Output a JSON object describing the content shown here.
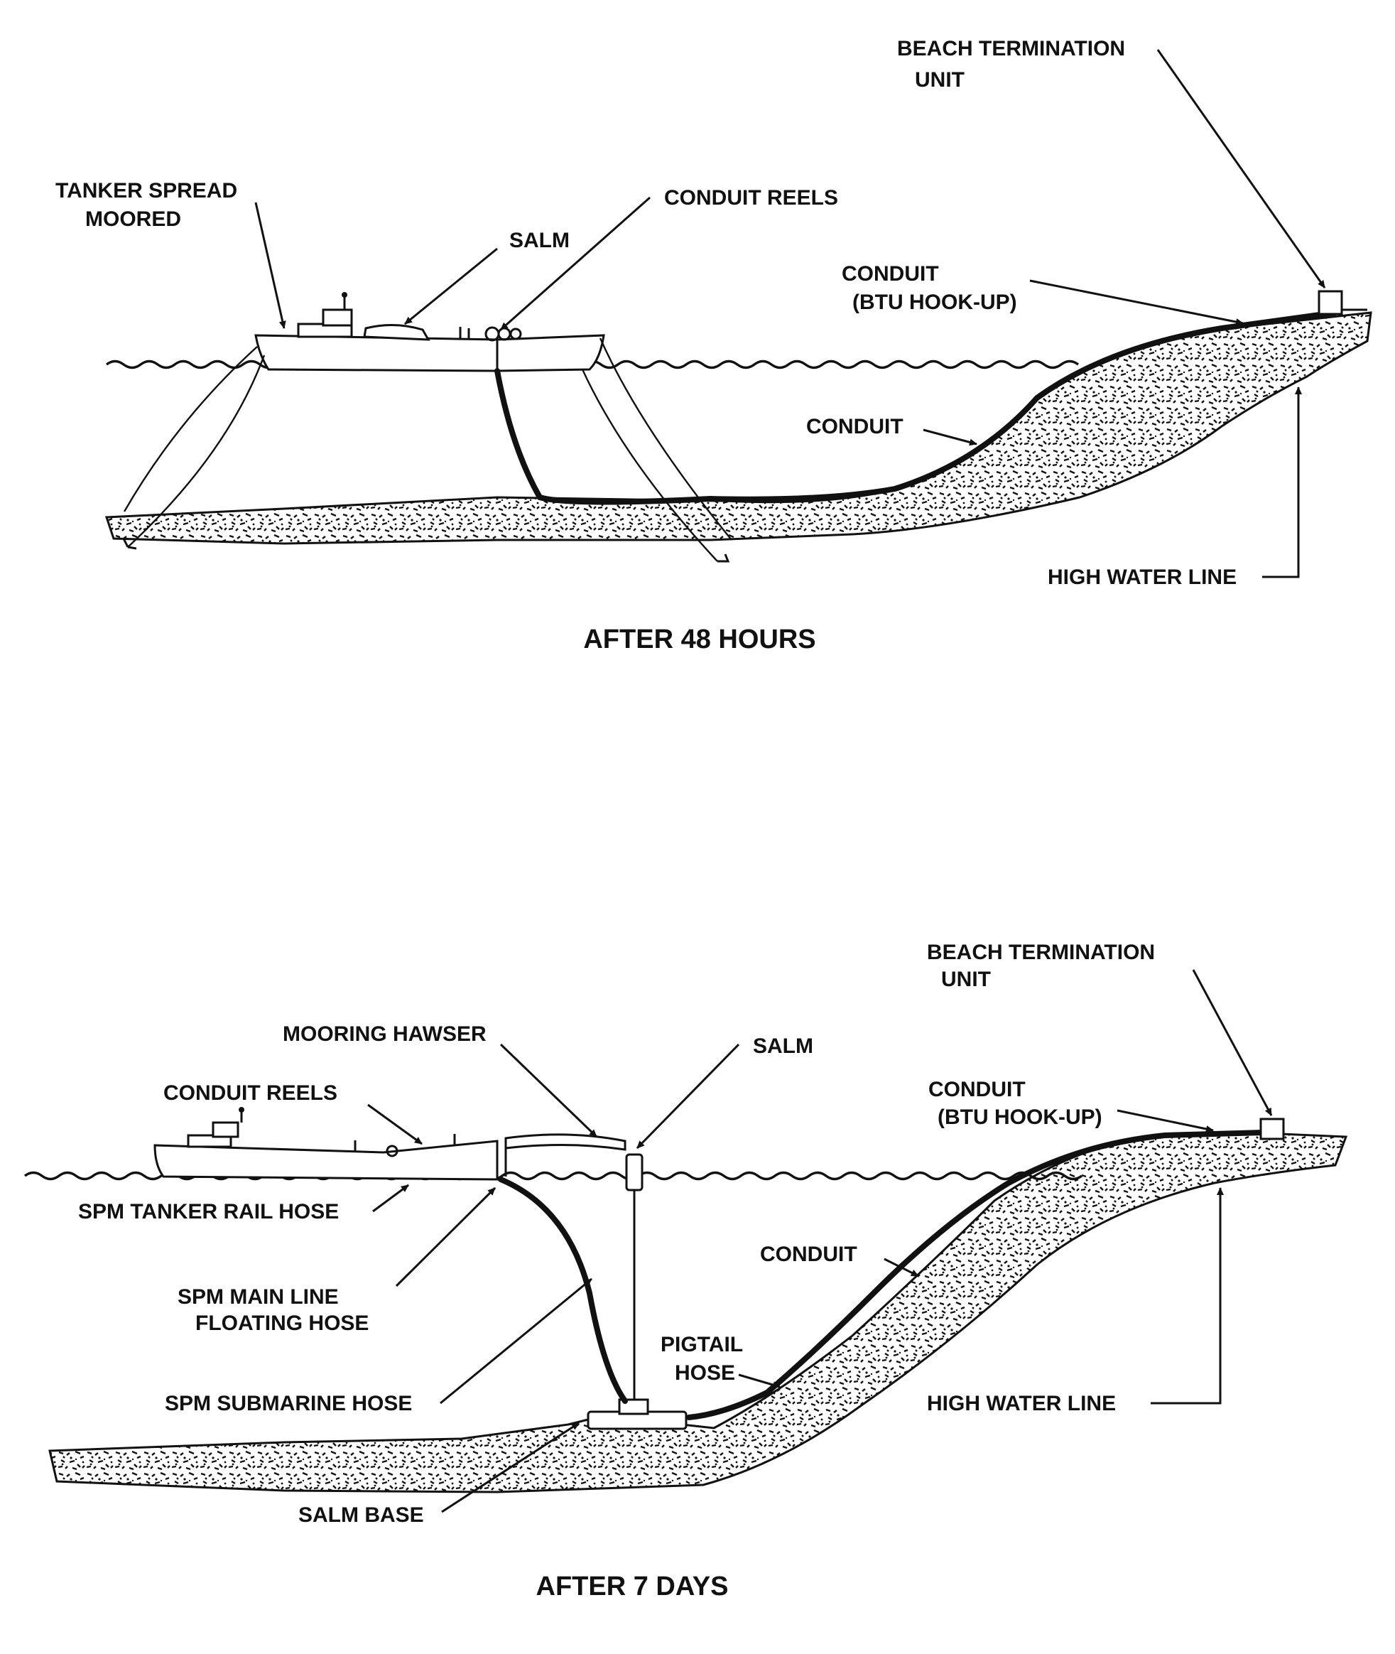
{
  "top": {
    "caption": "AFTER 48 HOURS",
    "labels": {
      "beach_termination_1": "BEACH TERMINATION",
      "beach_termination_2": "UNIT",
      "tanker_1": "TANKER SPREAD",
      "tanker_2": "MOORED",
      "conduit_reels": "CONDUIT REELS",
      "salm": "SALM",
      "conduit_btu_1": "CONDUIT",
      "conduit_btu_2": "(BTU HOOK-UP)",
      "conduit": "CONDUIT",
      "high_water_line": "HIGH WATER LINE"
    }
  },
  "bottom": {
    "caption": "AFTER 7 DAYS",
    "labels": {
      "beach_termination_1": "BEACH TERMINATION",
      "beach_termination_2": "UNIT",
      "mooring_hawser": "MOORING HAWSER",
      "salm": "SALM",
      "conduit_reels": "CONDUIT REELS",
      "conduit_btu_1": "CONDUIT",
      "conduit_btu_2": "(BTU HOOK-UP)",
      "spm_tanker_rail_hose": "SPM TANKER RAIL HOSE",
      "conduit": "CONDUIT",
      "spm_main_line_1": "SPM MAIN LINE",
      "spm_main_line_2": "FLOATING HOSE",
      "pigtail_1": "PIGTAIL",
      "pigtail_2": "HOSE",
      "spm_submarine_hose": "SPM SUBMARINE HOSE",
      "high_water_line": "HIGH WATER LINE",
      "salm_base": "SALM BASE"
    }
  }
}
